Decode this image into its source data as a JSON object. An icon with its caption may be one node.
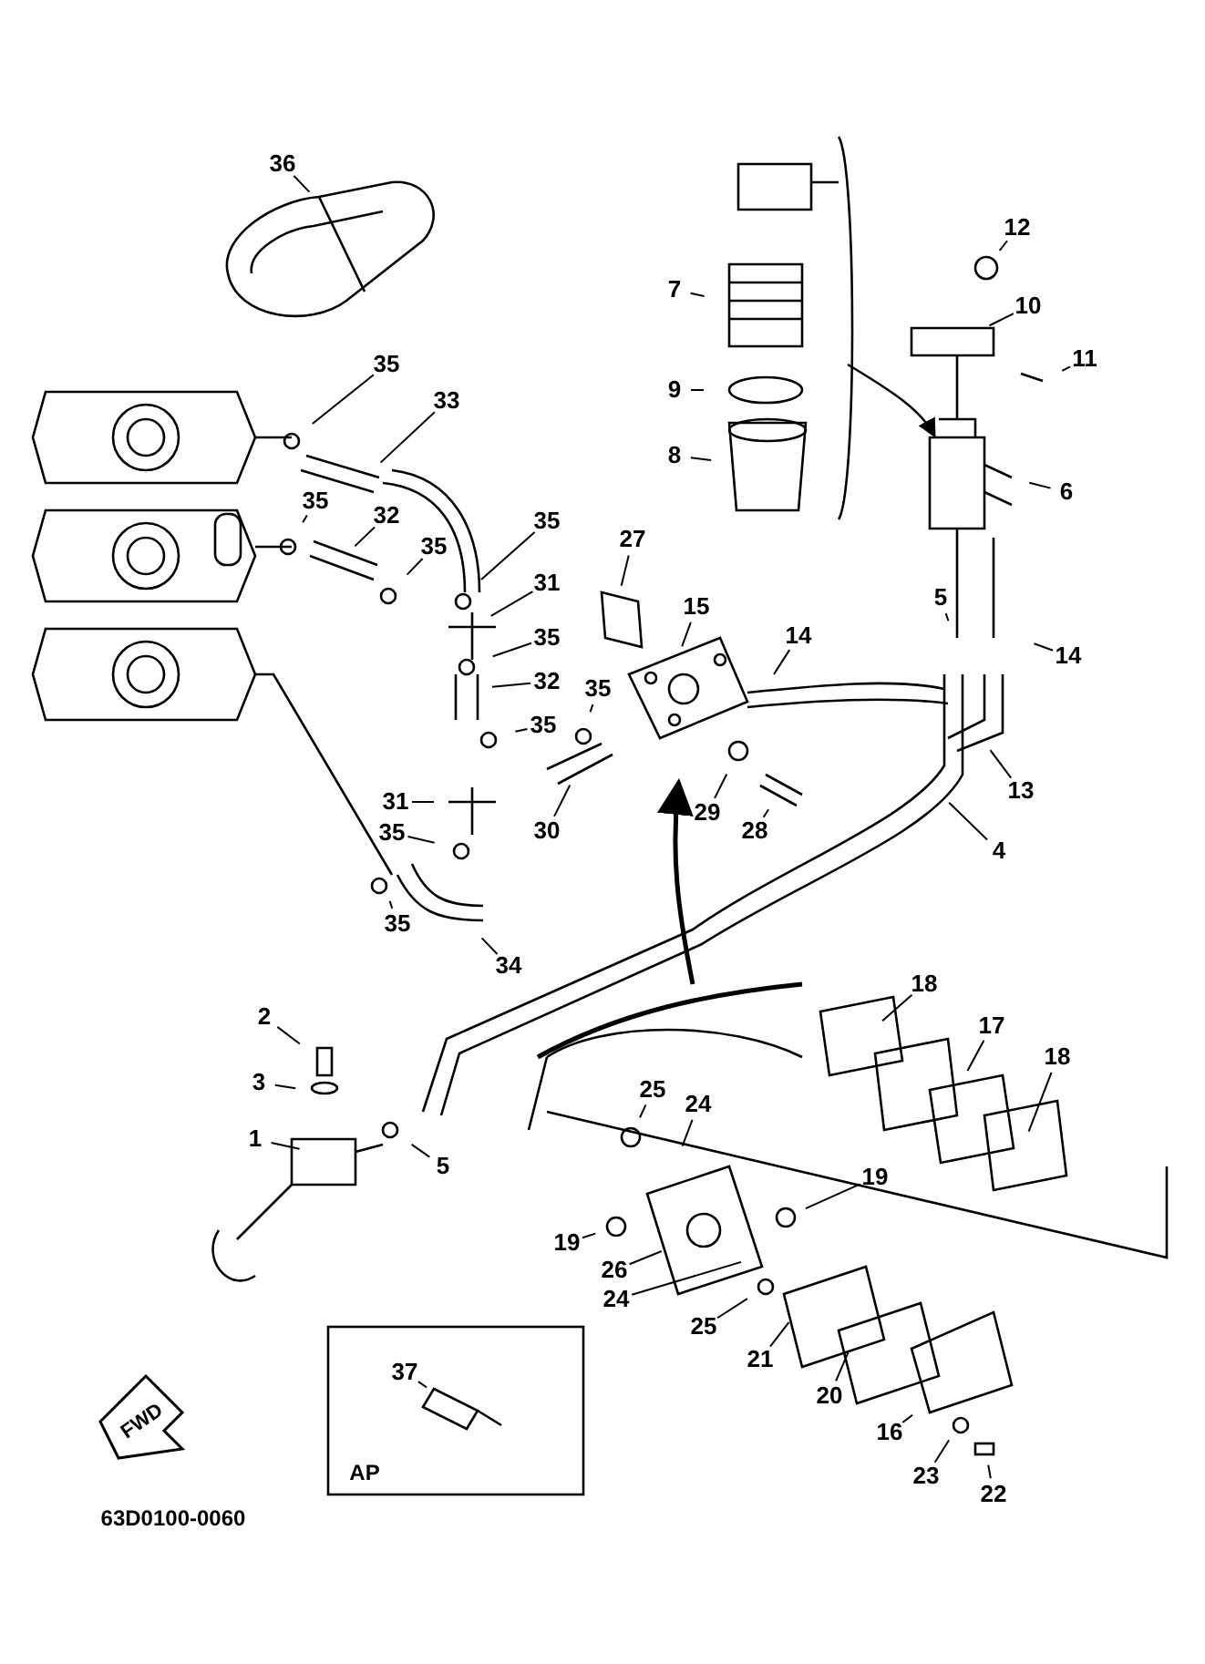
{
  "diagram": {
    "nodes": [
      {
        "text": [
          "36"
        ]
      },
      {
        "text": [
          "12"
        ]
      },
      {
        "text": [
          "7"
        ]
      },
      {
        "text": [
          "10"
        ]
      },
      {
        "text": [
          "11"
        ]
      },
      {
        "text": [
          "35"
        ]
      },
      {
        "text": [
          "9"
        ]
      },
      {
        "text": [
          "33"
        ]
      },
      {
        "text": [
          "8"
        ]
      },
      {
        "text": [
          "6"
        ]
      },
      {
        "text": [
          "35"
        ]
      },
      {
        "text": [
          "35"
        ]
      },
      {
        "text": [
          "32"
        ]
      },
      {
        "text": [
          "27"
        ]
      },
      {
        "text": [
          "35"
        ]
      },
      {
        "text": [
          "31"
        ]
      },
      {
        "text": [
          "5"
        ]
      },
      {
        "text": [
          "15"
        ]
      },
      {
        "text": [
          "35"
        ]
      },
      {
        "text": [
          "14"
        ]
      },
      {
        "text": [
          "14"
        ]
      },
      {
        "text": [
          "32"
        ]
      },
      {
        "text": [
          "35"
        ]
      },
      {
        "text": [
          "35"
        ]
      },
      {
        "text": [
          "29"
        ]
      },
      {
        "text": [
          "13"
        ]
      },
      {
        "text": [
          "30"
        ]
      },
      {
        "text": [
          "31"
        ]
      },
      {
        "text": [
          "28"
        ]
      },
      {
        "text": [
          "35"
        ]
      },
      {
        "text": [
          "4"
        ]
      },
      {
        "text": [
          "35"
        ]
      },
      {
        "text": [
          "34"
        ]
      },
      {
        "text": [
          "18"
        ]
      },
      {
        "text": [
          "2"
        ]
      },
      {
        "text": [
          "17"
        ]
      },
      {
        "text": [
          "18"
        ]
      },
      {
        "text": [
          "3"
        ]
      },
      {
        "text": [
          "25"
        ]
      },
      {
        "text": [
          "24"
        ]
      },
      {
        "text": [
          "1"
        ]
      },
      {
        "text": [
          "5"
        ]
      },
      {
        "text": [
          "19"
        ]
      },
      {
        "text": [
          "19"
        ]
      },
      {
        "text": [
          "26"
        ]
      },
      {
        "text": [
          "24"
        ]
      },
      {
        "text": [
          "25"
        ]
      },
      {
        "text": [
          "21"
        ]
      },
      {
        "text": [
          "37"
        ]
      },
      {
        "text": [
          "20"
        ]
      },
      {
        "text": [
          "16"
        ]
      },
      {
        "text": [
          "23"
        ]
      },
      {
        "text": [
          "22"
        ]
      }
    ],
    "edges": [
      {
        "from": 0,
        "to": null,
        "arrow": "none"
      },
      {
        "from": 1,
        "to": null,
        "arrow": "none"
      },
      {
        "from": 2,
        "to": null,
        "arrow": "none"
      },
      {
        "from": 3,
        "to": null,
        "arrow": "none"
      },
      {
        "from": 4,
        "to": null,
        "arrow": "none"
      },
      {
        "from": 5,
        "to": null,
        "arrow": "none"
      },
      {
        "from": 6,
        "to": null,
        "arrow": "none"
      },
      {
        "from": 7,
        "to": null,
        "arrow": "none"
      },
      {
        "from": 8,
        "to": null,
        "arrow": "none"
      },
      {
        "from": 9,
        "to": null,
        "arrow": "none"
      },
      {
        "from": 10,
        "to": null,
        "arrow": "none"
      },
      {
        "from": 11,
        "to": null,
        "arrow": "none"
      },
      {
        "from": 12,
        "to": null,
        "arrow": "none"
      },
      {
        "from": 13,
        "to": null,
        "arrow": "none"
      },
      {
        "from": 14,
        "to": null,
        "arrow": "none"
      },
      {
        "from": 15,
        "to": null,
        "arrow": "none"
      },
      {
        "from": 16,
        "to": null,
        "arrow": "none"
      },
      {
        "from": 17,
        "to": null,
        "arrow": "none"
      },
      {
        "from": 18,
        "to": null,
        "arrow": "none"
      },
      {
        "from": 19,
        "to": null,
        "arrow": "none"
      },
      {
        "from": 20,
        "to": null,
        "arrow": "none"
      },
      {
        "from": 21,
        "to": null,
        "arrow": "none"
      },
      {
        "from": 22,
        "to": null,
        "arrow": "none"
      },
      {
        "from": 23,
        "to": null,
        "arrow": "none"
      },
      {
        "from": 24,
        "to": null,
        "arrow": "none"
      },
      {
        "from": 25,
        "to": null,
        "arrow": "none"
      },
      {
        "from": 26,
        "to": null,
        "arrow": "none"
      },
      {
        "from": 27,
        "to": null,
        "arrow": "none"
      },
      {
        "from": 28,
        "to": null,
        "arrow": "none"
      },
      {
        "from": 29,
        "to": null,
        "arrow": "none"
      },
      {
        "from": 30,
        "to": null,
        "arrow": "none"
      },
      {
        "from": 31,
        "to": null,
        "arrow": "none"
      },
      {
        "from": 32,
        "to": null,
        "arrow": "none"
      },
      {
        "from": 33,
        "to": null,
        "arrow": "none"
      },
      {
        "from": 34,
        "to": null,
        "arrow": "none"
      },
      {
        "from": 35,
        "to": null,
        "arrow": "none"
      },
      {
        "from": 36,
        "to": null,
        "arrow": "none"
      },
      {
        "from": 37,
        "to": null,
        "arrow": "none"
      },
      {
        "from": 38,
        "to": null,
        "arrow": "none"
      },
      {
        "from": 39,
        "to": null,
        "arrow": "none"
      },
      {
        "from": 40,
        "to": null,
        "arrow": "none"
      },
      {
        "from": 41,
        "to": null,
        "arrow": "none"
      },
      {
        "from": 42,
        "to": null,
        "arrow": "none"
      },
      {
        "from": 43,
        "to": null,
        "arrow": "none"
      },
      {
        "from": 44,
        "to": null,
        "arrow": "none"
      },
      {
        "from": 45,
        "to": null,
        "arrow": "none"
      },
      {
        "from": 46,
        "to": null,
        "arrow": "none"
      },
      {
        "from": 47,
        "to": null,
        "arrow": "none"
      },
      {
        "from": 48,
        "to": null,
        "arrow": "none"
      },
      {
        "from": 49,
        "to": null,
        "arrow": "none"
      },
      {
        "from": 50,
        "to": null,
        "arrow": "none"
      },
      {
        "from": 51,
        "to": null,
        "arrow": "none"
      },
      {
        "from": 52,
        "to": null,
        "arrow": "none"
      }
    ],
    "labels": [
      "FWD",
      "AP",
      "63D0100-0060"
    ]
  }
}
